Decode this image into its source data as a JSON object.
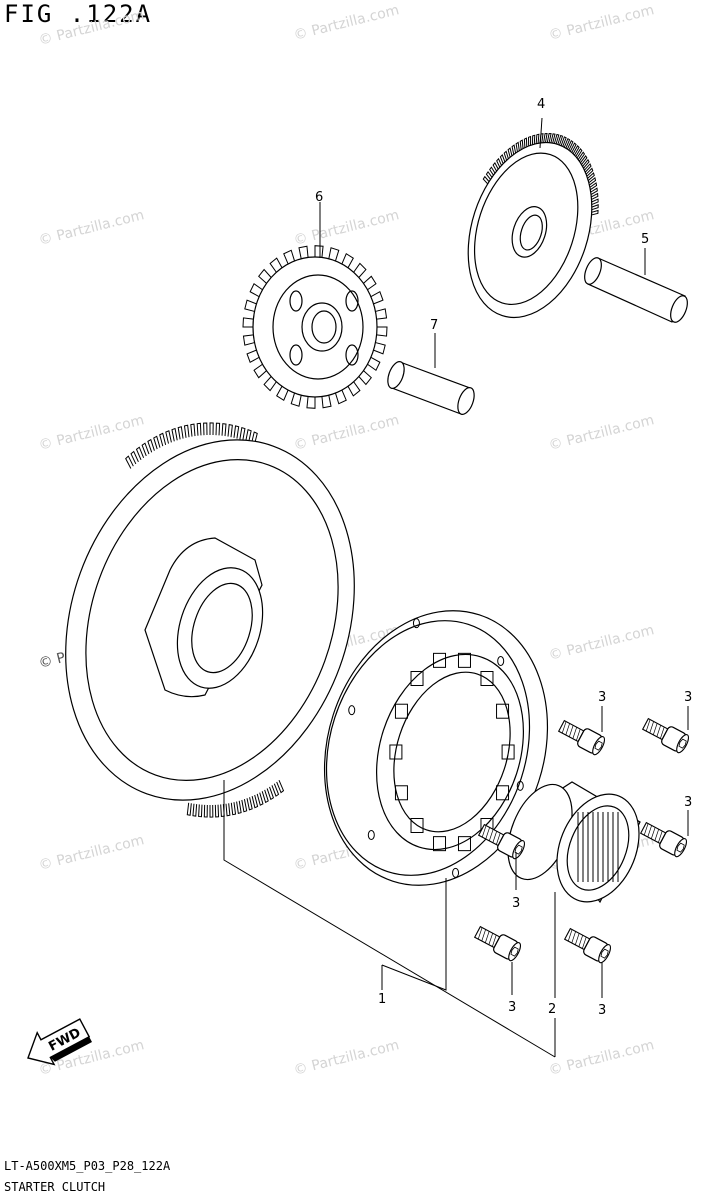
{
  "figure": {
    "title": "FIG .122A",
    "code": "LT-A500XM5_P03_P28_122A",
    "caption": "STARTER CLUTCH"
  },
  "watermark": "© Partzilla.com",
  "fwd_label": "FWD",
  "callouts": [
    "1",
    "2",
    "3",
    "4",
    "5",
    "6",
    "7"
  ]
}
